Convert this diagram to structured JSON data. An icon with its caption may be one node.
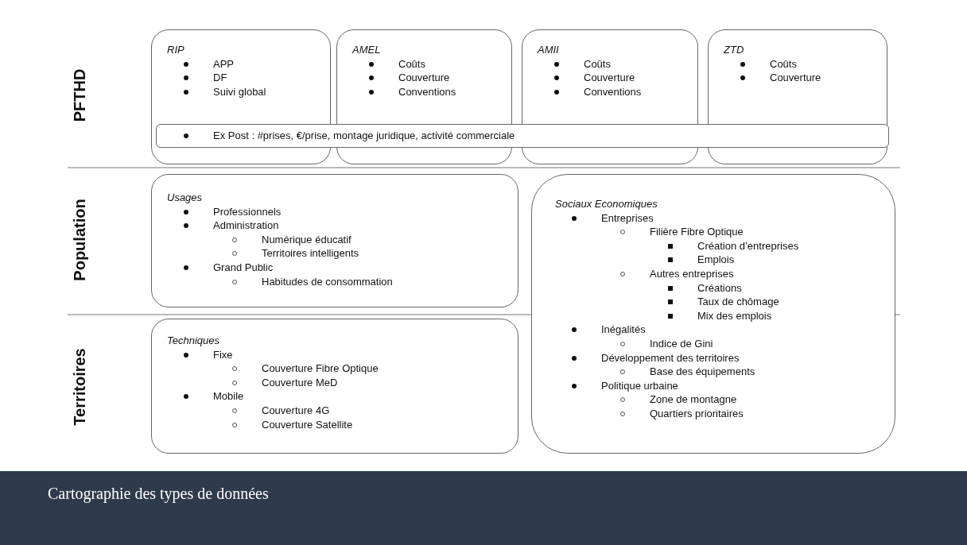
{
  "diagram": {
    "title": "Cartographie des types de données",
    "nodes": [
      {
        "text": [
          "RIP",
          "APP",
          "DF",
          "Suivi global"
        ]
      },
      {
        "text": [
          "AMEL",
          "Coûts",
          "Couverture",
          "Conventions"
        ]
      },
      {
        "text": [
          "AMII",
          "Coûts",
          "Couverture",
          "Conventions"
        ]
      },
      {
        "text": [
          "ZTD",
          "Coûts",
          "Couverture"
        ]
      },
      {
        "text": [
          "Ex Post : #prises, €/prise, montage juridique, activité commerciale"
        ]
      },
      {
        "text": [
          "Usages",
          "Professionnels",
          "Administration",
          "Numérique éducatif",
          "Territoires intelligents",
          "Grand Public",
          "Habitudes de consommation"
        ]
      },
      {
        "text": [
          "Sociaux Economiques",
          "Entreprises",
          "Filière Fibre Optique",
          "Création d’entreprises",
          "Emplois",
          "Autres entreprises",
          "Créations",
          "Taux de chômage",
          "Mix des emplois",
          "Inégalités",
          "Indice de Gini",
          "Développement des territoires",
          "Base des équipements",
          "Politique urbaine",
          "Zone de montagne",
          "Quartiers prioritaires"
        ]
      },
      {
        "text": [
          "Techniques",
          "Fixe",
          "Couverture Fibre Optique",
          "Couverture MeD",
          "Mobile",
          "Couverture 4G",
          "Couverture Satellite"
        ]
      }
    ],
    "labels": [
      "PFTHD",
      "Population",
      "Territoires"
    ]
  }
}
